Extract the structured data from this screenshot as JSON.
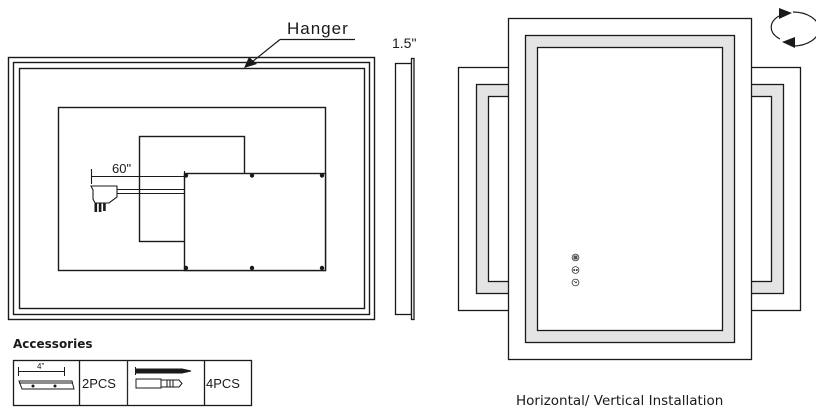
{
  "back_view": {
    "hanger_label": "Hanger",
    "cord_length_label": "60\""
  },
  "side_view": {
    "depth_label": "1.5\""
  },
  "accessories": {
    "title": "Accessories",
    "items": [
      {
        "icon": "hanger-bracket-icon",
        "dimension_label": "4\"",
        "quantity": "2PCS"
      },
      {
        "icon": "screw-and-anchor-icon",
        "quantity": "4PCS"
      }
    ]
  },
  "installation": {
    "rotate_icon": "rotate-arrows-icon",
    "touch_buttons": [
      "defog-button-icon",
      "dimmer-button-icon",
      "power-button-icon"
    ],
    "caption": "Horizontal/ Vertical Installation"
  },
  "colors": {
    "line": "#1a1a1a",
    "led_band": "#e4e4e4",
    "background": "#ffffff"
  }
}
